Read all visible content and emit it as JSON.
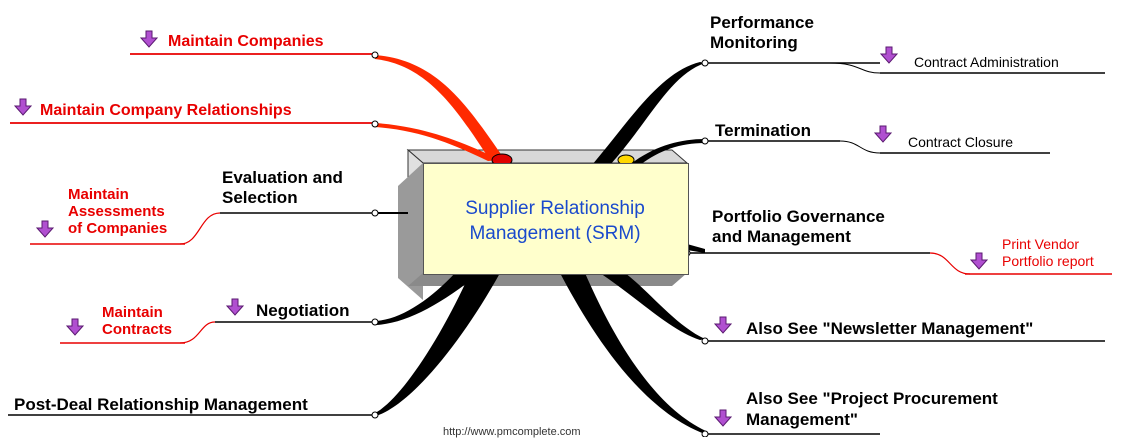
{
  "center": {
    "line1": "Supplier Relationship",
    "line2": "Management (SRM)"
  },
  "left": {
    "maintain_companies": "Maintain Companies",
    "maintain_relationships": "Maintain Company Relationships",
    "evaluation_line1": "Evaluation and",
    "evaluation_line2": "Selection",
    "assess_line1": "Maintain",
    "assess_line2": "Assessments",
    "assess_line3": "of Companies",
    "negotiation": "Negotiation",
    "contracts_line1": "Maintain",
    "contracts_line2": "Contracts",
    "post_deal": "Post-Deal Relationship Management"
  },
  "right": {
    "performance_line1": "Performance",
    "performance_line2": "Monitoring",
    "contract_admin": "Contract Administration",
    "termination": "Termination",
    "contract_closure": "Contract Closure",
    "portfolio_line1": "Portfolio Governance",
    "portfolio_line2": "and Management",
    "print_line1": "Print Vendor",
    "print_line2": "Portfolio report",
    "newsletter": "Also See \"Newsletter Management\"",
    "procurement_line1": "Also See \"Project Procurement",
    "procurement_line2": "Management\""
  },
  "footer": "http://www.pmcomplete.com",
  "colors": {
    "branch": "#000000",
    "red_branch": "#ff2a00",
    "arrow": "#b04fd0",
    "box_fill": "#ffffcc",
    "box_side": "#b8b8b8",
    "title_text": "#1a4acc"
  }
}
